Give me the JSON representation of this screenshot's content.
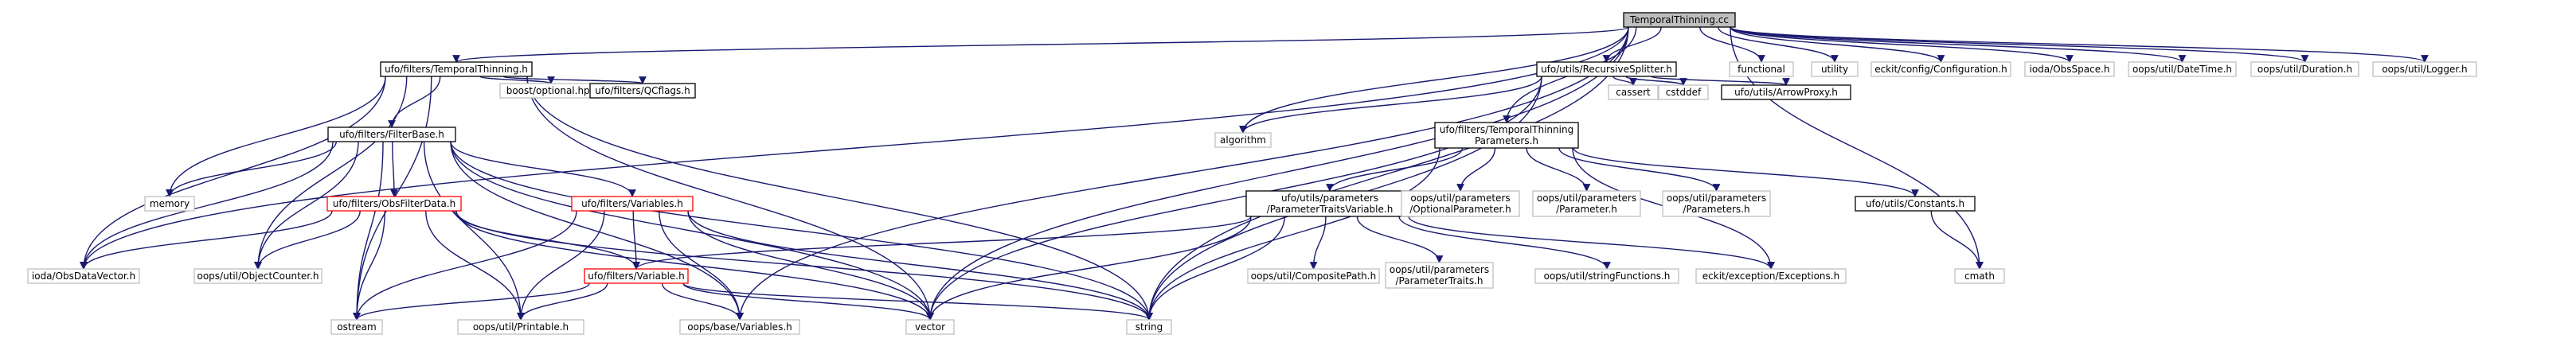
{
  "diagram": {
    "title": "",
    "colors": {
      "edge": "#191970",
      "root_fill": "#bfbfbf",
      "documented_border": "#000000",
      "undocumented_border": "#bfbfbf",
      "incomplete_border": "#ff0000",
      "node_fill": "#ffffff"
    },
    "nodes": [
      {
        "id": "root",
        "lines": [
          "TemporalThinning.cc"
        ],
        "style": "root"
      },
      {
        "id": "tt_h",
        "lines": [
          "ufo/filters/TemporalThinning.h"
        ],
        "style": "documented"
      },
      {
        "id": "rs_h",
        "lines": [
          "ufo/utils/RecursiveSplitter.h"
        ],
        "style": "documented"
      },
      {
        "id": "functional",
        "lines": [
          "functional"
        ],
        "style": "system"
      },
      {
        "id": "utility",
        "lines": [
          "utility"
        ],
        "style": "system"
      },
      {
        "id": "eckit_conf",
        "lines": [
          "eckit/config/Configuration.h"
        ],
        "style": "system"
      },
      {
        "id": "ioda_obsspace",
        "lines": [
          "ioda/ObsSpace.h"
        ],
        "style": "system"
      },
      {
        "id": "datetime",
        "lines": [
          "oops/util/DateTime.h"
        ],
        "style": "system"
      },
      {
        "id": "duration",
        "lines": [
          "oops/util/Duration.h"
        ],
        "style": "system"
      },
      {
        "id": "logger",
        "lines": [
          "oops/util/Logger.h"
        ],
        "style": "system"
      },
      {
        "id": "filterbase",
        "lines": [
          "ufo/filters/FilterBase.h"
        ],
        "style": "documented"
      },
      {
        "id": "boost_opt",
        "lines": [
          "boost/optional.hpp"
        ],
        "style": "system"
      },
      {
        "id": "qcflags",
        "lines": [
          "ufo/filters/QCflags.h"
        ],
        "style": "documented"
      },
      {
        "id": "algorithm",
        "lines": [
          "algorithm"
        ],
        "style": "system"
      },
      {
        "id": "ttparams",
        "lines": [
          "ufo/filters/TemporalThinning",
          "Parameters.h"
        ],
        "style": "documented"
      },
      {
        "id": "cassert",
        "lines": [
          "cassert"
        ],
        "style": "system"
      },
      {
        "id": "cstddef",
        "lines": [
          "cstddef"
        ],
        "style": "system"
      },
      {
        "id": "arrowproxy",
        "lines": [
          "ufo/utils/ArrowProxy.h"
        ],
        "style": "documented"
      },
      {
        "id": "memory",
        "lines": [
          "memory"
        ],
        "style": "system"
      },
      {
        "id": "obsfilterdata",
        "lines": [
          "ufo/filters/ObsFilterData.h"
        ],
        "style": "incomplete"
      },
      {
        "id": "variables_h",
        "lines": [
          "ufo/filters/Variables.h"
        ],
        "style": "incomplete"
      },
      {
        "id": "ptv",
        "lines": [
          "ufo/utils/parameters",
          "/ParameterTraitsVariable.h"
        ],
        "style": "documented"
      },
      {
        "id": "optparam",
        "lines": [
          "oops/util/parameters",
          "/OptionalParameter.h"
        ],
        "style": "system"
      },
      {
        "id": "param",
        "lines": [
          "oops/util/parameters",
          "/Parameter.h"
        ],
        "style": "system"
      },
      {
        "id": "params",
        "lines": [
          "oops/util/parameters",
          "/Parameters.h"
        ],
        "style": "system"
      },
      {
        "id": "constants",
        "lines": [
          "ufo/utils/Constants.h"
        ],
        "style": "documented"
      },
      {
        "id": "obsdatavector",
        "lines": [
          "ioda/ObsDataVector.h"
        ],
        "style": "system"
      },
      {
        "id": "objectcounter",
        "lines": [
          "oops/util/ObjectCounter.h"
        ],
        "style": "system"
      },
      {
        "id": "variable_h",
        "lines": [
          "ufo/filters/Variable.h"
        ],
        "style": "incomplete"
      },
      {
        "id": "compositepath",
        "lines": [
          "oops/util/CompositePath.h"
        ],
        "style": "system"
      },
      {
        "id": "paramtraits",
        "lines": [
          "oops/util/parameters",
          "/ParameterTraits.h"
        ],
        "style": "system"
      },
      {
        "id": "stringfunctions",
        "lines": [
          "oops/util/stringFunctions.h"
        ],
        "style": "system"
      },
      {
        "id": "exceptions",
        "lines": [
          "eckit/exception/Exceptions.h"
        ],
        "style": "system"
      },
      {
        "id": "cmath",
        "lines": [
          "cmath"
        ],
        "style": "system"
      },
      {
        "id": "ostream",
        "lines": [
          "ostream"
        ],
        "style": "system"
      },
      {
        "id": "printable",
        "lines": [
          "oops/util/Printable.h"
        ],
        "style": "system"
      },
      {
        "id": "oopsvariables",
        "lines": [
          "oops/base/Variables.h"
        ],
        "style": "system"
      },
      {
        "id": "vector",
        "lines": [
          "vector"
        ],
        "style": "system"
      },
      {
        "id": "string",
        "lines": [
          "string"
        ],
        "style": "system"
      }
    ],
    "edges": [
      [
        "root",
        "tt_h"
      ],
      [
        "root",
        "rs_h"
      ],
      [
        "root",
        "functional"
      ],
      [
        "root",
        "utility"
      ],
      [
        "root",
        "eckit_conf"
      ],
      [
        "root",
        "ioda_obsspace"
      ],
      [
        "root",
        "datetime"
      ],
      [
        "root",
        "duration"
      ],
      [
        "root",
        "logger"
      ],
      [
        "root",
        "ttparams"
      ],
      [
        "root",
        "algorithm"
      ],
      [
        "root",
        "obsdatavector"
      ],
      [
        "root",
        "oopsvariables"
      ],
      [
        "root",
        "vector"
      ],
      [
        "root",
        "string"
      ],
      [
        "root",
        "cmath"
      ],
      [
        "tt_h",
        "filterbase"
      ],
      [
        "tt_h",
        "boost_opt"
      ],
      [
        "tt_h",
        "qcflags"
      ],
      [
        "tt_h",
        "memory"
      ],
      [
        "tt_h",
        "obsdatavector"
      ],
      [
        "tt_h",
        "objectcounter"
      ],
      [
        "tt_h",
        "ostream"
      ],
      [
        "tt_h",
        "vector"
      ],
      [
        "tt_h",
        "string"
      ],
      [
        "rs_h",
        "algorithm"
      ],
      [
        "rs_h",
        "cassert"
      ],
      [
        "rs_h",
        "cstddef"
      ],
      [
        "rs_h",
        "arrowproxy"
      ],
      [
        "rs_h",
        "vector"
      ],
      [
        "rs_h",
        "string"
      ],
      [
        "filterbase",
        "memory"
      ],
      [
        "filterbase",
        "obsfilterdata"
      ],
      [
        "filterbase",
        "variables_h"
      ],
      [
        "filterbase",
        "obsdatavector"
      ],
      [
        "filterbase",
        "objectcounter"
      ],
      [
        "filterbase",
        "ostream"
      ],
      [
        "filterbase",
        "printable"
      ],
      [
        "filterbase",
        "oopsvariables"
      ],
      [
        "filterbase",
        "vector"
      ],
      [
        "filterbase",
        "string"
      ],
      [
        "ttparams",
        "ptv"
      ],
      [
        "ttparams",
        "optparam"
      ],
      [
        "ttparams",
        "param"
      ],
      [
        "ttparams",
        "params"
      ],
      [
        "ttparams",
        "constants"
      ],
      [
        "ttparams",
        "exceptions"
      ],
      [
        "ttparams",
        "string"
      ],
      [
        "obsfilterdata",
        "obsdatavector"
      ],
      [
        "obsfilterdata",
        "objectcounter"
      ],
      [
        "obsfilterdata",
        "variable_h"
      ],
      [
        "obsfilterdata",
        "ostream"
      ],
      [
        "obsfilterdata",
        "printable"
      ],
      [
        "obsfilterdata",
        "vector"
      ],
      [
        "obsfilterdata",
        "string"
      ],
      [
        "variables_h",
        "variable_h"
      ],
      [
        "variables_h",
        "oopsvariables"
      ],
      [
        "variables_h",
        "ostream"
      ],
      [
        "variables_h",
        "printable"
      ],
      [
        "variables_h",
        "vector"
      ],
      [
        "variables_h",
        "string"
      ],
      [
        "ptv",
        "variable_h"
      ],
      [
        "ptv",
        "compositepath"
      ],
      [
        "ptv",
        "paramtraits"
      ],
      [
        "ptv",
        "stringfunctions"
      ],
      [
        "ptv",
        "exceptions"
      ],
      [
        "ptv",
        "vector"
      ],
      [
        "ptv",
        "string"
      ],
      [
        "constants",
        "cmath"
      ],
      [
        "variable_h",
        "ostream"
      ],
      [
        "variable_h",
        "printable"
      ],
      [
        "variable_h",
        "oopsvariables"
      ],
      [
        "variable_h",
        "vector"
      ],
      [
        "variable_h",
        "string"
      ]
    ]
  }
}
